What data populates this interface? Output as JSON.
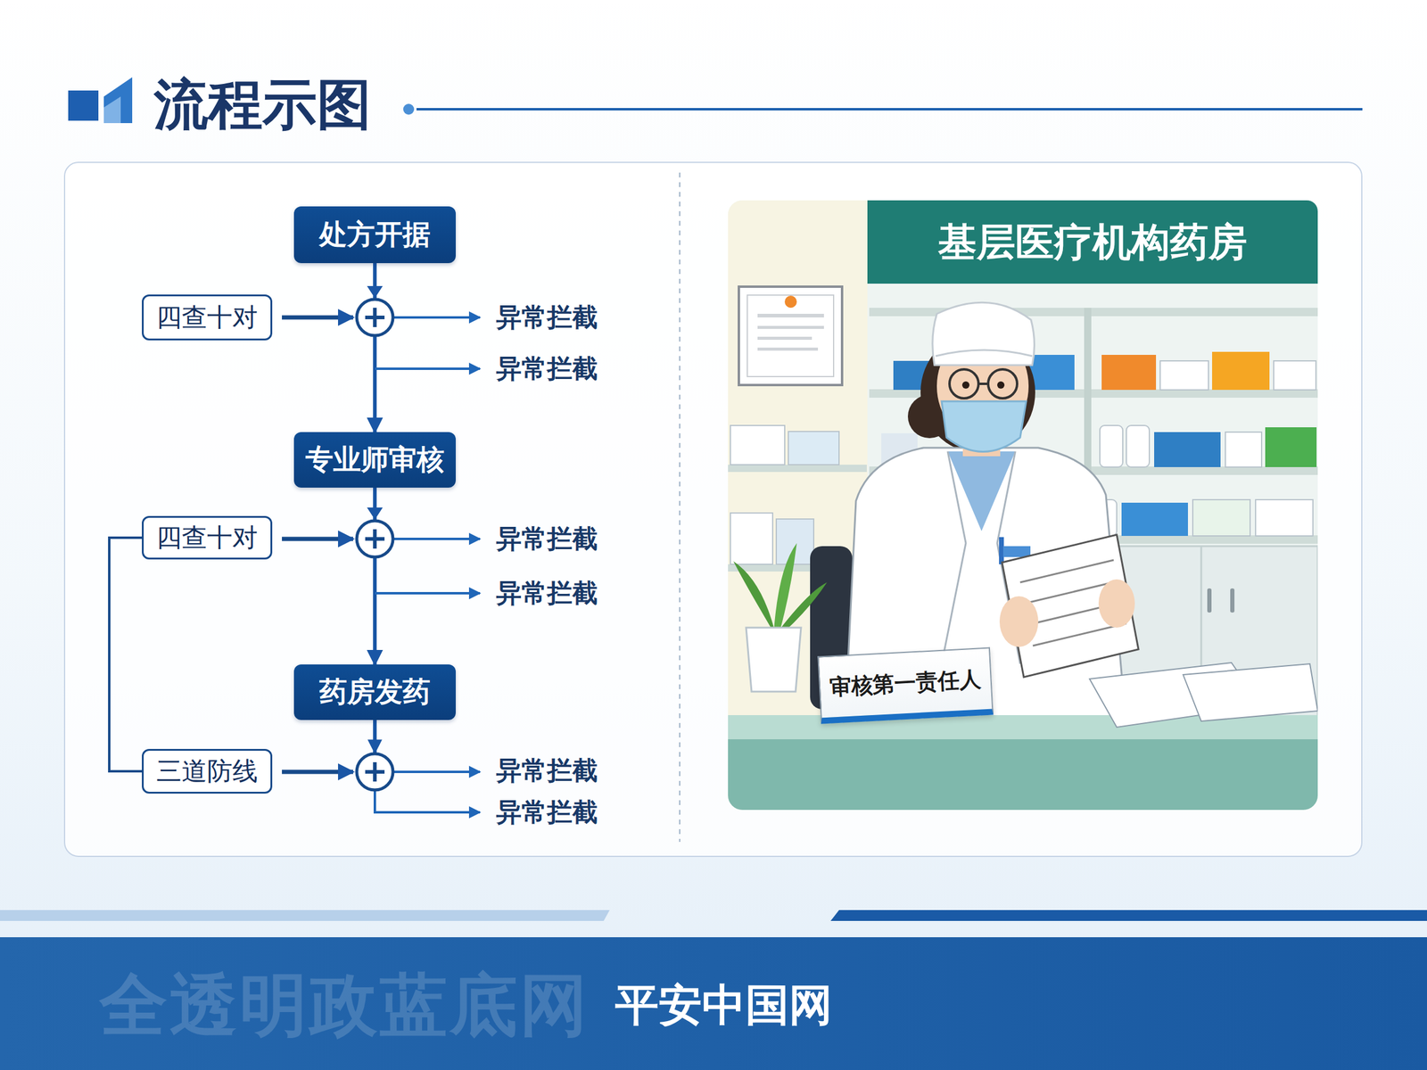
{
  "diagram": {
    "title": "流程示图",
    "nodes": [
      {
        "text": [
          "处方开据"
        ]
      },
      {
        "text": [
          "四查十对"
        ]
      },
      {
        "text": [
          "专业师审核"
        ]
      },
      {
        "text": [
          "四查十对"
        ]
      },
      {
        "text": [
          "药房发药"
        ]
      },
      {
        "text": [
          "三道防线"
        ]
      },
      {
        "text": [
          "基层医疗机构药房"
        ]
      },
      {
        "text": [
          "审核第一责任人"
        ]
      }
    ],
    "edges": [
      {
        "from": 0,
        "to": 2,
        "arrow": "to"
      },
      {
        "from": 2,
        "to": 4,
        "arrow": "to"
      },
      {
        "from": 3,
        "to": 5,
        "arrow": "none"
      }
    ],
    "labels": [
      "异常拦截",
      "异常拦截",
      "异常拦截",
      "异常拦截",
      "异常拦截",
      "异常拦截",
      "全透明政蓝底网",
      "平安中国网"
    ]
  }
}
